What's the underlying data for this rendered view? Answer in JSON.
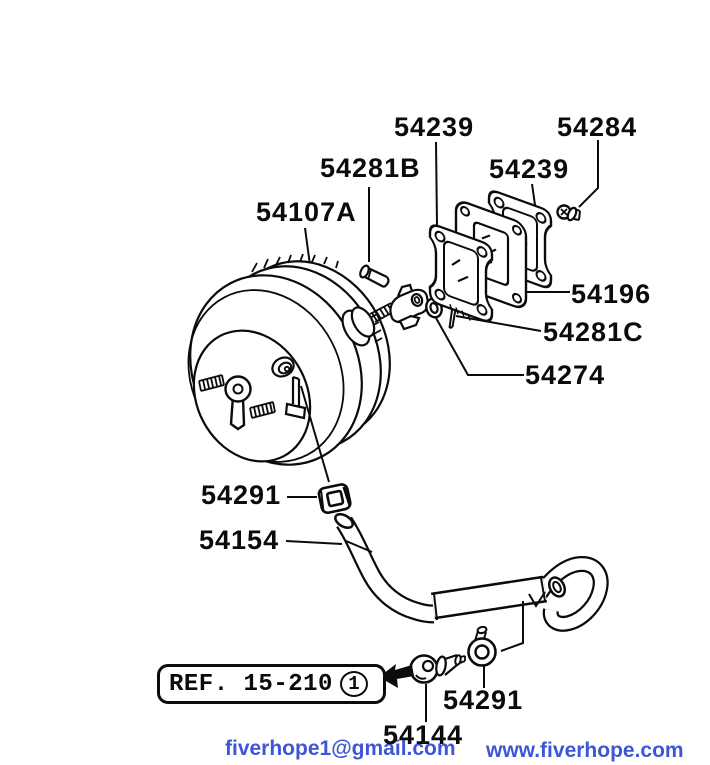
{
  "colors": {
    "background": "#ffffff",
    "line": "#000000",
    "footer_link": "#3e56d6"
  },
  "labels": {
    "p54239_top": "54239",
    "p54284": "54284",
    "p54281B": "54281B",
    "p54239_mid": "54239",
    "p54107A": "54107A",
    "p54196": "54196",
    "p54281C": "54281C",
    "p54274": "54274",
    "p54291_upper": "54291",
    "p54154": "54154",
    "p54291_lower": "54291",
    "p54144": "54144"
  },
  "ref_box": {
    "text": "REF. 15-210",
    "circled_number": "1"
  },
  "footer": {
    "email": "fiverhope1@gmail.com",
    "website": "www.fiverhope.com"
  }
}
